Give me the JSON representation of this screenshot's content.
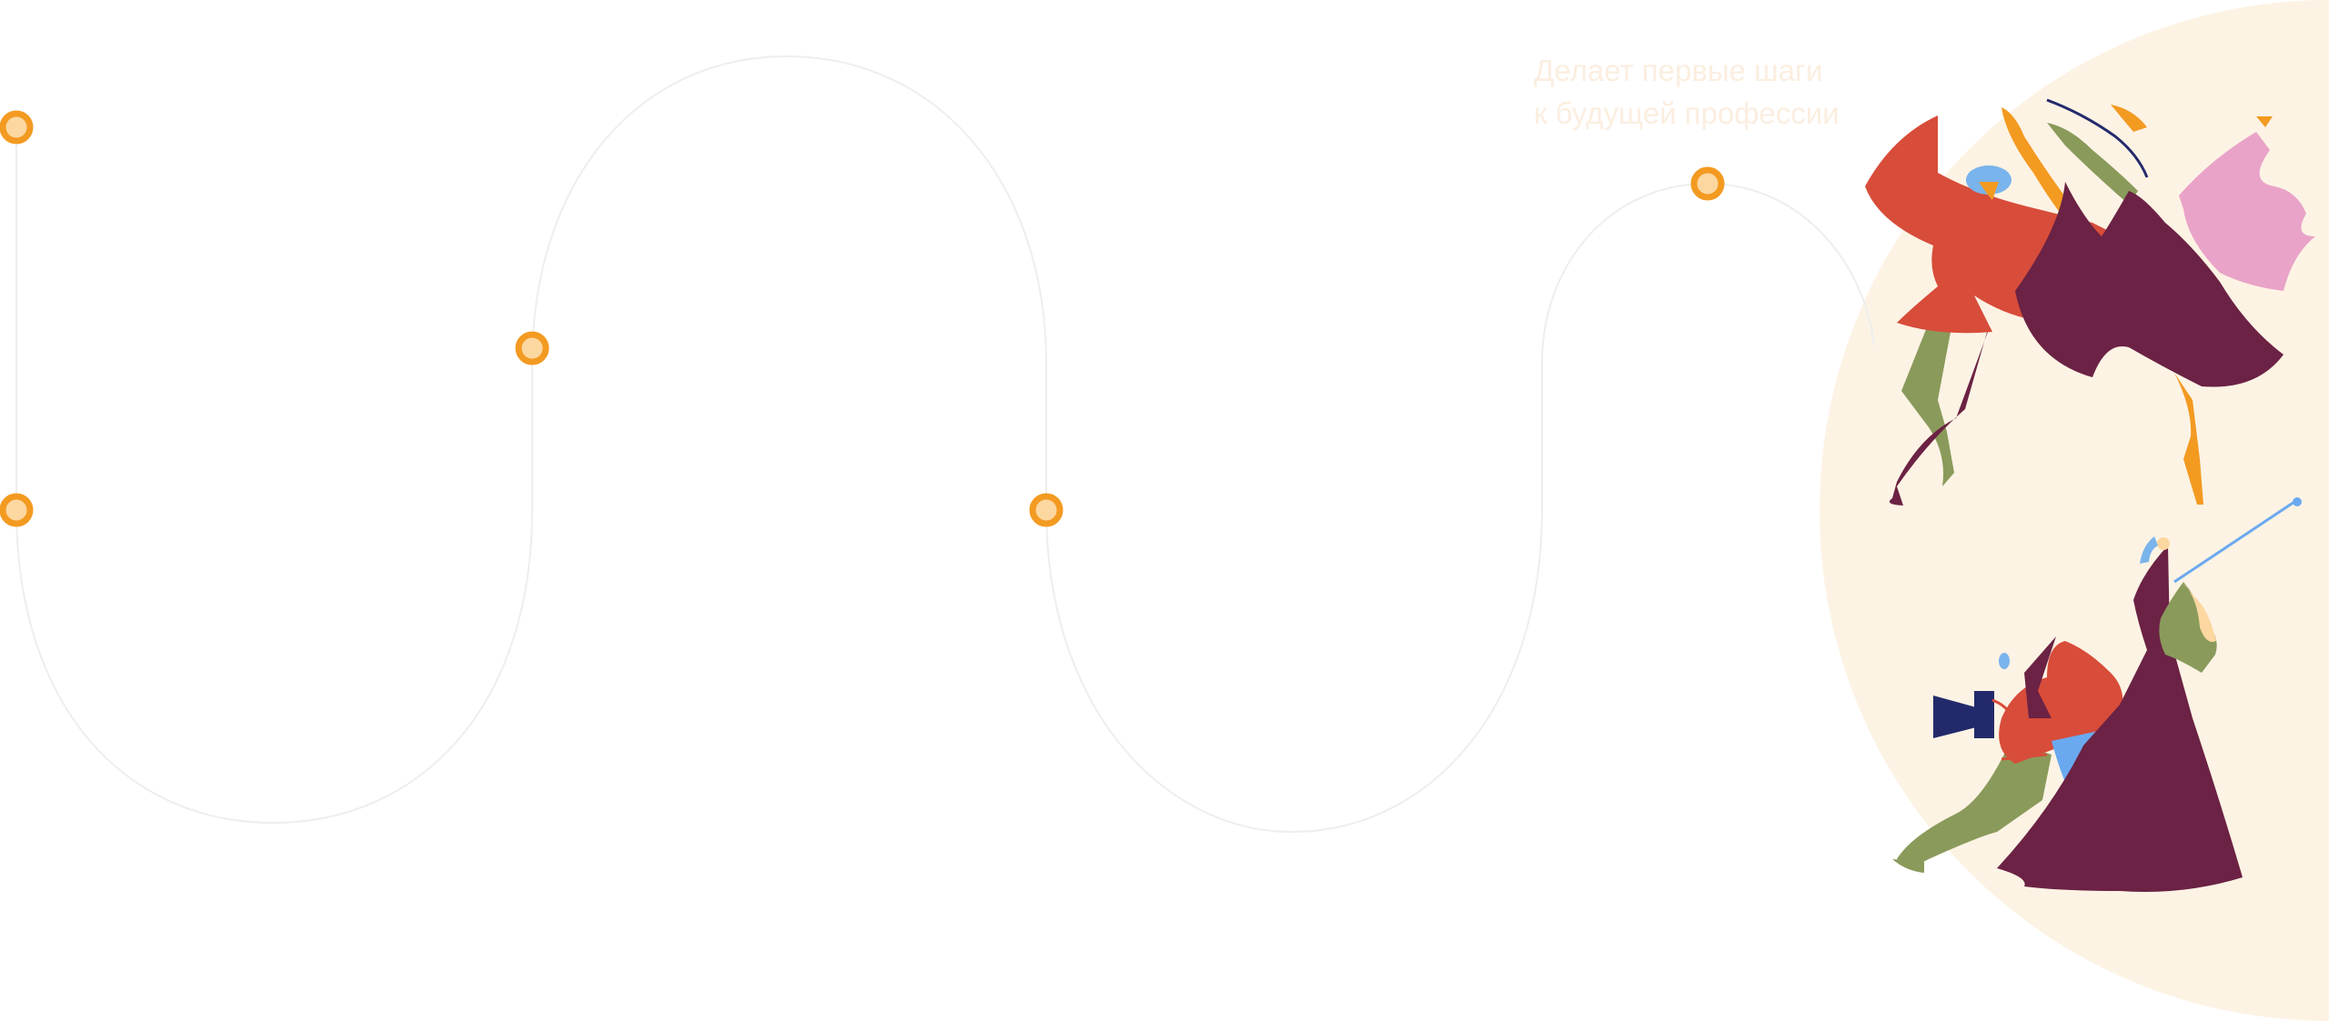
{
  "caption": {
    "line1": "Делает первые шаги",
    "line2": "к будущей профессии"
  },
  "colors": {
    "accent": "#f39a21",
    "marker_fill": "#fcd7a0",
    "background_shape": "#fdf3e4",
    "path_line": "#eeeeee"
  },
  "illustration": {
    "figures": [
      "dancer-with-hat-figure",
      "dancer-with-scarf-figure",
      "camera-operator-figure",
      "ballet-dancer-figure"
    ]
  }
}
